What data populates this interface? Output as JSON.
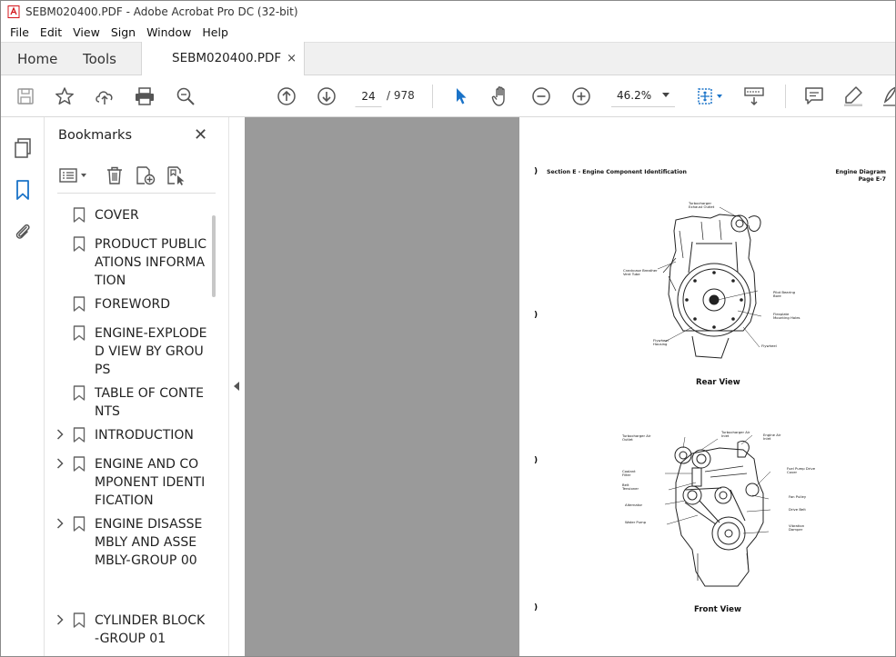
{
  "window": {
    "title": "SEBM020400.PDF - Adobe Acrobat Pro DC (32-bit)"
  },
  "menu": [
    "File",
    "Edit",
    "View",
    "Sign",
    "Window",
    "Help"
  ],
  "tabs": {
    "home": "Home",
    "tools": "Tools",
    "document": "SEBM020400.PDF",
    "close_glyph": "×"
  },
  "toolbar": {
    "current_page": "24",
    "total_pages": "/ 978",
    "zoom": "46.2%"
  },
  "bookmarks_panel": {
    "title": "Bookmarks",
    "close_glyph": "✕",
    "items": [
      {
        "label": "COVER",
        "expandable": false
      },
      {
        "label": "PRODUCT PUBLICATIONS INFORMATION",
        "expandable": false
      },
      {
        "label": "FOREWORD",
        "expandable": false
      },
      {
        "label": "ENGINE-EXPLODED VIEW BY GROUPS",
        "expandable": false
      },
      {
        "label": "TABLE OF CONTENTS",
        "expandable": false
      },
      {
        "label": "INTRODUCTION",
        "expandable": true
      },
      {
        "label": "ENGINE AND COMPONENT IDENTIFICATION",
        "expandable": true
      },
      {
        "label": "ENGINE DISASSEMBLY AND ASSEMBLY-GROUP 00",
        "expandable": true
      },
      {
        "label": "CYLINDER BLOCK-GROUP 01",
        "expandable": true
      }
    ]
  },
  "document_page": {
    "section_header": "Section E - Engine Component Identification",
    "right_header_line1": "Engine Diagram",
    "right_header_line2": "Page E-7",
    "bracket_glyph": ")",
    "rear_view": {
      "caption": "Rear View",
      "callouts": {
        "turbo_exhaust": "Turbocharger Exhaust Outlet",
        "crankcase_breather": "Crankcase Breather Vent Tube",
        "pilot_bearing": "Pilot Bearing Bore",
        "flexplate": "Flexplate Mounting Holes",
        "flywheel_housing": "Flywheel Housing",
        "flywheel": "Flywheel"
      }
    },
    "front_view": {
      "caption": "Front View",
      "callouts": {
        "turbo_air_outlet": "Turbocharger Air Outlet",
        "turbo_air_inlet": "Turbocharger Air Inlet",
        "engine_air_inlet": "Engine Air Inlet",
        "coolant_filter": "Coolant Filter",
        "belt_tensioner": "Belt Tensioner",
        "fuel_pump_cover": "Fuel Pump Drive Cover",
        "fan_pulley": "Fan Pulley",
        "alternator": "Alternator",
        "drive_belt": "Drive Belt",
        "water_pump": "Water Pump",
        "vibration_damper": "Vibration Damper"
      }
    }
  },
  "colors": {
    "accent_blue": "#1a73c8",
    "acrobat_red": "#d4151b",
    "doc_background": "#9a9a9a"
  },
  "icons": {
    "save": "save-icon",
    "bookmark_star": "star-icon",
    "upload": "upload-icon",
    "print": "print-icon",
    "zoom_search": "zoom-search-icon",
    "page_up": "page-up-icon",
    "page_down": "page-down-icon",
    "select": "pointer-icon",
    "hand": "hand-icon",
    "zoom_out": "zoom-out-icon",
    "zoom_in": "zoom-in-icon",
    "fit": "fit-page-icon",
    "scroll_mode": "scroll-mode-icon",
    "comment": "comment-icon",
    "highlight": "highlight-icon",
    "sign": "sign-icon"
  }
}
